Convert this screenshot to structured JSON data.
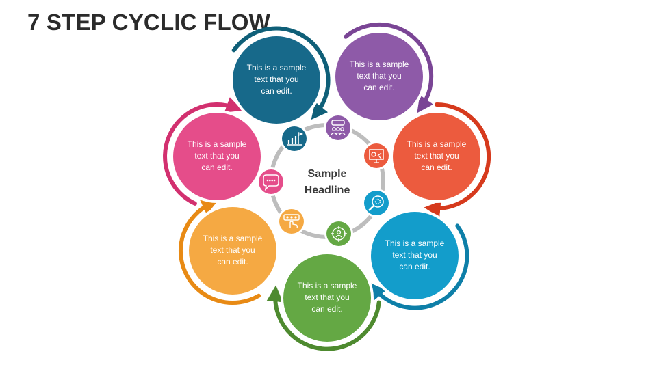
{
  "title": "7 STEP CYCLIC FLOW",
  "center": {
    "line1": "Sample",
    "line2": "Headline"
  },
  "steps": [
    {
      "color": "#17698a",
      "icon": "flag-bar-chart-icon",
      "text": [
        "This is a sample",
        "text that you",
        "can edit."
      ]
    },
    {
      "color": "#8e5aa8",
      "icon": "team-meeting-icon",
      "text": [
        "This is a sample",
        "text that you",
        "can edit."
      ]
    },
    {
      "color": "#ec5b3e",
      "icon": "presentation-board-icon",
      "text": [
        "This is a sample",
        "text that you",
        "can edit."
      ]
    },
    {
      "color": "#139dcb",
      "icon": "magnifier-gear-icon",
      "text": [
        "This is a sample",
        "text that you",
        "can edit."
      ]
    },
    {
      "color": "#64a844",
      "icon": "target-person-icon",
      "text": [
        "This is a sample",
        "text that you",
        "can edit."
      ]
    },
    {
      "color": "#f5a943",
      "icon": "rating-hand-icon",
      "text": [
        "This is a sample",
        "text that you",
        "can edit."
      ]
    },
    {
      "color": "#e54d8a",
      "icon": "chat-bubble-icon",
      "text": [
        "This is a sample",
        "text that you",
        "can edit."
      ]
    }
  ],
  "ring_colors": [
    "#0f5f78",
    "#7a4595",
    "#d63a1d",
    "#0e7fa8",
    "#4e8a2f",
    "#e88a14",
    "#d2306f"
  ]
}
